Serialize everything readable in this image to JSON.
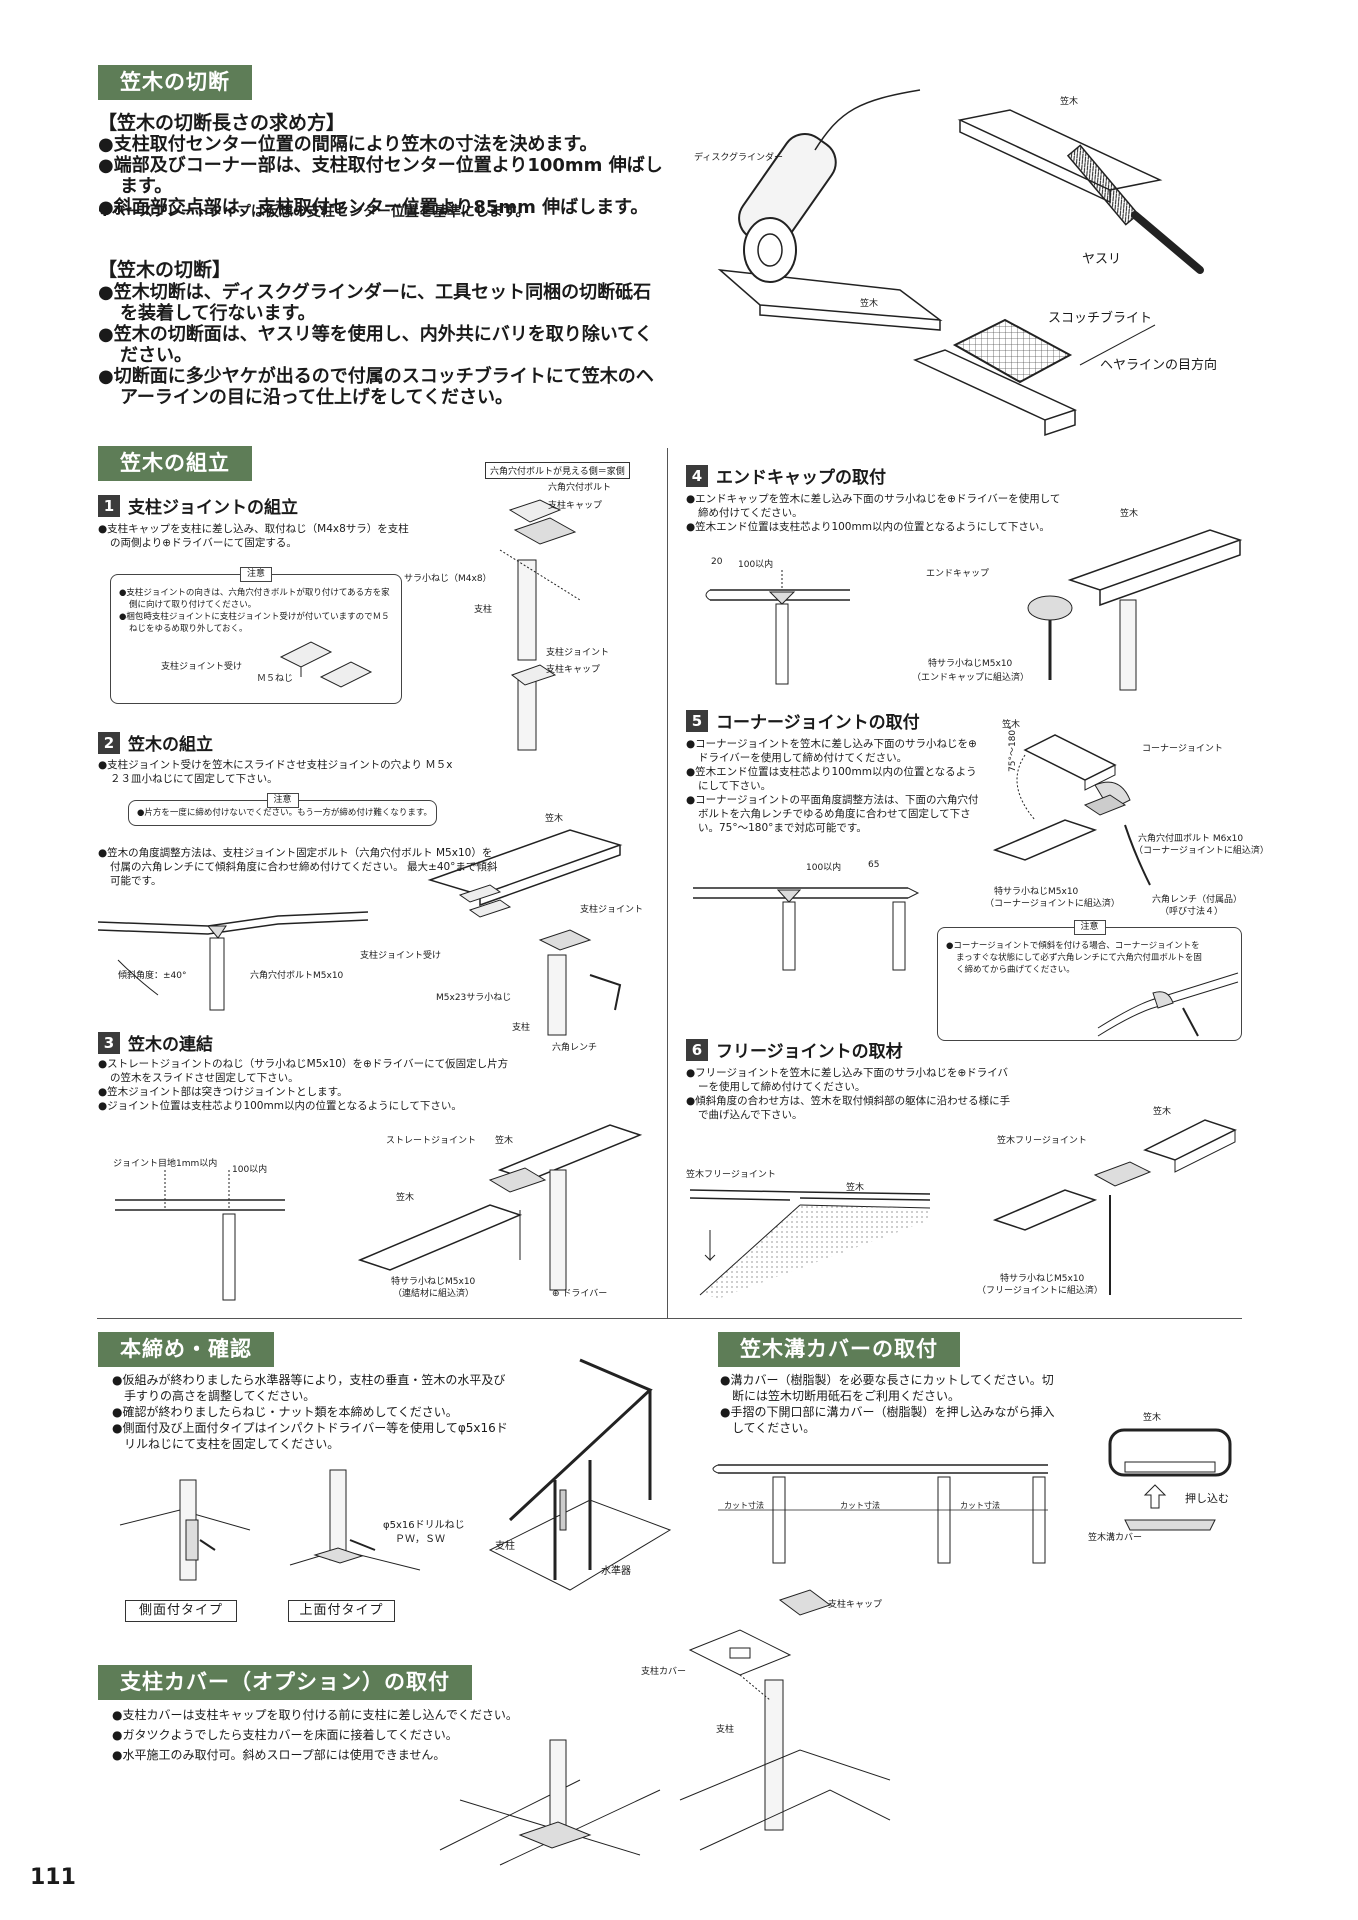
{
  "page_number": "111",
  "cut": {
    "heading": "笠木の切断",
    "length_title": "【笠木の切断長さの求め方】",
    "length_items": [
      "●支柱取付センター位置の間隔により笠木の寸法を決めます。",
      "●端部及びコーナー部は、支柱取付センター位置より100mm 伸ばします。",
      "●斜面部交点部は、支柱取付センター位置より85mm 伸ばします。"
    ],
    "length_note": "※ベースプレートタイプは仮想の支柱センター位置を基準にします。",
    "cut_title": "【笠木の切断】",
    "cut_items": [
      "●笠木切断は、ディスクグラインダーに、工具セット同梱の切断砥石を装着して行ないます。",
      "●笠木の切断面は、ヤスリ等を使用し、内外共にバリを取り除いてください。",
      "●切断面に多少ヤケが出るので付属のスコッチブライトにて笠木のヘアーラインの目に沿って仕上げをしてください。"
    ],
    "labels": {
      "grinder": "ディスクグラインダー",
      "kasagi1": "笠木",
      "kasagi2": "笠木",
      "file": "ヤスリ",
      "scotch": "スコッチブライト",
      "hairline": "ヘヤラインの目方向"
    }
  },
  "assembly": {
    "heading": "笠木の組立",
    "step1": {
      "num": "1",
      "title": "支柱ジョイントの組立",
      "items": [
        "●支柱キャップを支柱に差し込み、取付ねじ（M4x8サラ）を支柱の両側より⊕ドライバーにて固定する。"
      ],
      "caution_tag": "注意",
      "caution_items": [
        "●支柱ジョイントの向きは、六角穴付きボルトが取り付けてある方を家側に向けて取り付けてください。",
        "●梱包時支柱ジョイントに支柱ジョイント受けが付いていますのでＭ５ねじをゆるめ取り外しておく。"
      ],
      "labels": {
        "joint_receiver": "支柱ジョイント受け",
        "m5": "Ｍ５ねじ",
        "house_side": "六角穴付ボルトが見える側＝家側",
        "hex_bolt": "六角穴付ボルト",
        "post_cap": "支柱キャップ",
        "screw": "サラ小ねじ（M4x8）",
        "post": "支柱",
        "post_joint": "支柱ジョイント",
        "post_cap2": "支柱キャップ"
      }
    },
    "step2": {
      "num": "2",
      "title": "笠木の組立",
      "items": [
        "●支柱ジョイント受けを笠木にスライドさせ支柱ジョイントの穴より Ｍ５x２３皿小ねじにて固定して下さい。"
      ],
      "caution_tag": "注意",
      "caution_items": [
        "●片方を一度に締め付けないでください。もう一方が締め付け難くなります。"
      ],
      "items2": [
        "●笠木の角度調整方法は、支柱ジョイント固定ボルト（六角穴付ボルト M5x10）を付属の六角レンチにて傾斜角度に合わせ締め付けてください。 最大±40°まで傾斜可能です。"
      ],
      "labels": {
        "tilt": "傾斜角度：±40°",
        "hex_bolt": "六角穴付ボルトM5x10",
        "kasagi": "笠木",
        "post_joint": "支柱ジョイント",
        "joint_receiver": "支柱ジョイント受け",
        "m5x23": "M5x23サラ小ねじ",
        "post": "支柱",
        "wrench": "六角レンチ"
      }
    },
    "step3": {
      "num": "3",
      "title": "笠木の連結",
      "items": [
        "●ストレートジョイントのねじ（サラ小ねじM5x10）を⊕ドライバーにて仮固定し片方の笠木をスライドさせ固定して下さい。",
        "●笠木ジョイント部は突きつけジョイントとします。",
        "●ジョイント位置は支柱芯より100mm以内の位置となるようにして下さい。"
      ],
      "labels": {
        "gap": "ジョイント目地1mm以内",
        "within100": "100以内",
        "straight": "ストレートジョイント",
        "kasagi1": "笠木",
        "kasagi2": "笠木",
        "screw": "特サラ小ねじM5x10",
        "screw_note": "（連結材に組込済）",
        "driver": "⊕ ドライバー"
      }
    },
    "step4": {
      "num": "4",
      "title": "エンドキャップの取付",
      "items": [
        "●エンドキャップを笠木に差し込み下面のサラ小ねじを⊕ドライバーを使用して締め付けてください。",
        "●笠木エンド位置は支柱芯より100mm以内の位置となるようにして下さい。"
      ],
      "labels": {
        "dim20": "20",
        "dim100": "100以内",
        "kasagi": "笠木",
        "endcap": "エンドキャップ",
        "screw": "特サラ小ねじM5x10",
        "screw_note": "（エンドキャップに組込済）"
      }
    },
    "step5": {
      "num": "5",
      "title": "コーナージョイントの取付",
      "items": [
        "●コーナージョイントを笠木に差し込み下面のサラ小ねじを⊕ドライバーを使用して締め付けてください。",
        "●笠木エンド位置は支柱芯より100mm以内の位置となるようにして下さい。",
        "●コーナージョイントの平面角度調整方法は、下面の六角穴付ボルトを六角レンチでゆるめ角度に合わせて固定して下さい。75°～180°まで対応可能です。"
      ],
      "labels": {
        "dim100": "100以内",
        "dim65": "65",
        "kasagi": "笠木",
        "corner": "コーナージョイント",
        "angle": "75°～180°",
        "hex_bolt": "六角穴付皿ボルト M6x10",
        "hex_bolt_note": "（コーナージョイントに組込済）",
        "screw": "特サラ小ねじM5x10",
        "screw_note": "（コーナージョイントに組込済）",
        "wrench": "六角レンチ（付属品）",
        "wrench_note": "（呼び寸法４）"
      },
      "caution_tag": "注意",
      "caution_items": [
        "●コーナージョイントで傾斜を付ける場合、コーナージョイントをまっすぐな状態にして必ず六角レンチにて六角穴付皿ボルトを固く締めてから曲げてください。"
      ]
    },
    "step6": {
      "num": "6",
      "title": "フリージョイントの取材",
      "items": [
        "●フリージョイントを笠木に差し込み下面のサラ小ねじを⊕ドライバーを使用して締め付けてください。",
        "●傾斜角度の合わせ方は、笠木を取付傾斜部の躯体に沿わせる様に手で曲げ込んで下さい。"
      ],
      "labels": {
        "free_joint": "笠木フリージョイント",
        "kasagi": "笠木",
        "kasagi2": "笠木",
        "free_joint2": "笠木フリージョイント",
        "screw": "特サラ小ねじM5x10",
        "screw_note": "（フリージョイントに組込済）"
      }
    }
  },
  "final": {
    "heading": "本締め・確認",
    "items": [
      "●仮組みが終わりましたら水準器等により，支柱の垂直・笠木の水平及び手すりの高さを調整してください。",
      "●確認が終わりましたらねじ・ナット類を本締めしてください。",
      "●側面付及び上面付タイプはインパクトドライバー等を使用してφ5x16ドリルねじにて支柱を固定してください。"
    ],
    "labels": {
      "drill_screw": "φ5x16ドリルねじ",
      "pw_sw": "ＰＷ，ＳＷ",
      "post": "支柱",
      "level": "水準器"
    },
    "type_side": "側面付タイプ",
    "type_top": "上面付タイプ"
  },
  "groove": {
    "heading": "笠木溝カバーの取付",
    "items": [
      "●溝カバー（樹脂製）を必要な長さにカットしてください。切断には笠木切断用砥石をご利用ください。",
      "●手摺の下開口部に溝カバー（樹脂製）を押し込みながら挿入してください。"
    ],
    "labels": {
      "cut1": "カット寸法",
      "cut2": "カット寸法",
      "cut3": "カット寸法",
      "kasagi": "笠木",
      "push": "押し込む",
      "cover": "笠木溝カバー"
    }
  },
  "post_cover": {
    "heading": "支柱カバー（オプション）の取付",
    "items": [
      "●支柱カバーは支柱キャップを取り付ける前に支柱に差し込んでください。",
      "●ガタツクようでしたら支柱カバーを床面に接着してください。",
      "●水平施工のみ取付可。斜めスロープ部には使用できません。"
    ],
    "labels": {
      "post_cap": "支柱キャップ",
      "cover": "支柱カバー",
      "post": "支柱"
    }
  }
}
